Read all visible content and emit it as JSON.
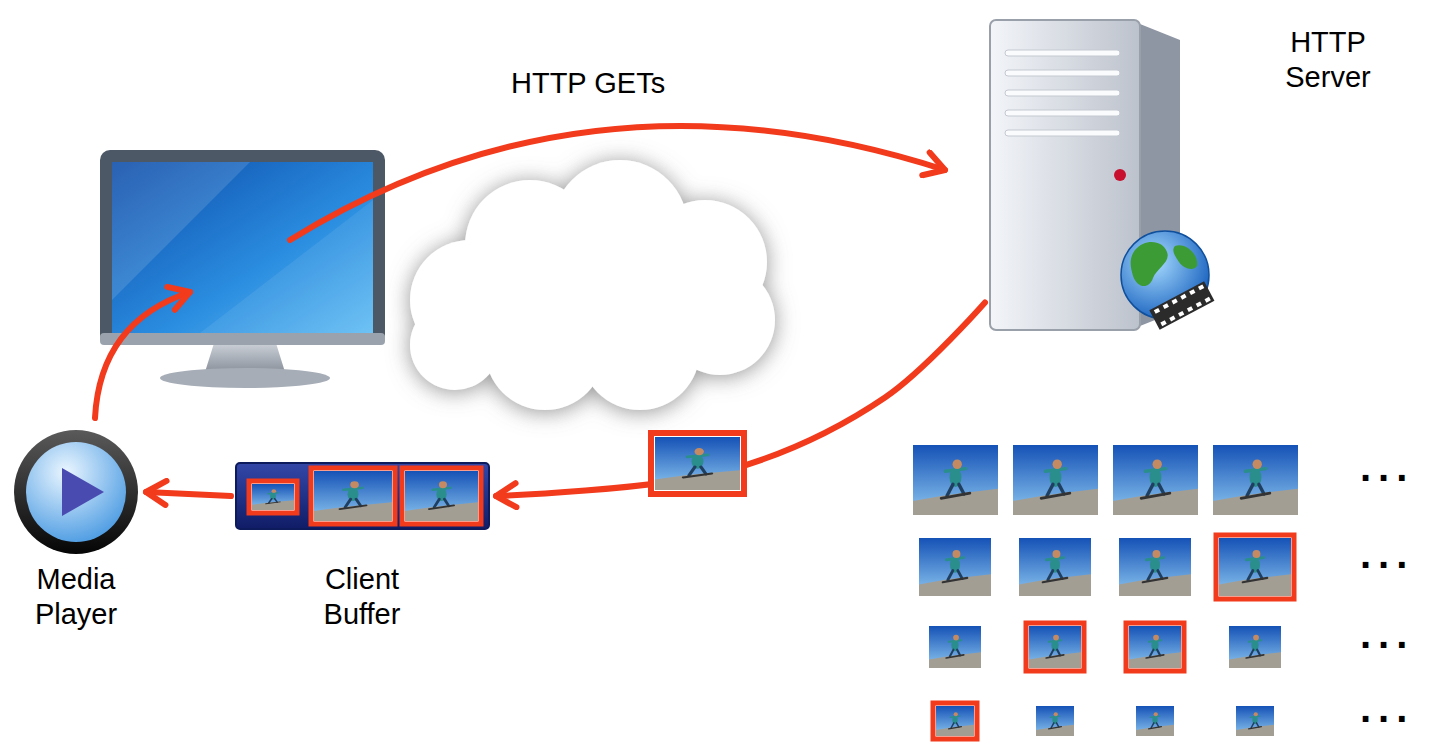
{
  "diagram": {
    "nodes": [
      {
        "text": [
          "HTTP Server"
        ]
      },
      {
        "text": [
          "Client Buffer"
        ]
      },
      {
        "text": [
          "Media Player"
        ]
      }
    ],
    "edges": [
      {
        "from": 0,
        "to": 1,
        "arrow": "to"
      },
      {
        "from": 1,
        "to": 2,
        "arrow": "to"
      }
    ],
    "labels": [
      "HTTP GETs",
      "...",
      "...",
      "...",
      "..."
    ]
  }
}
